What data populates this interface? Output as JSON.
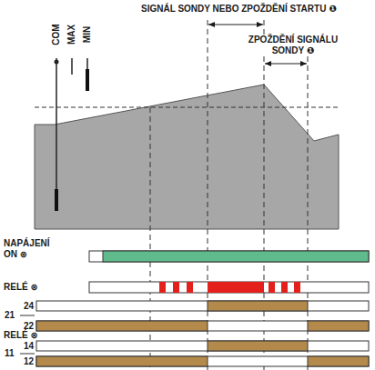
{
  "diagram": {
    "labels": [
      "SIGNÁL SONDY NEBO ZPOŽDĚNÍ STARTU ❶",
      "COM",
      "MAX",
      "MIN",
      "ZPOŽDĚNÍ SIGNÁLU SONDY ❶",
      "NAPÁJENÍ ON ⊗",
      "RELÉ ⊗",
      "24",
      "21",
      "22",
      "RELÉ ⊗",
      "14",
      "11",
      "12"
    ]
  }
}
